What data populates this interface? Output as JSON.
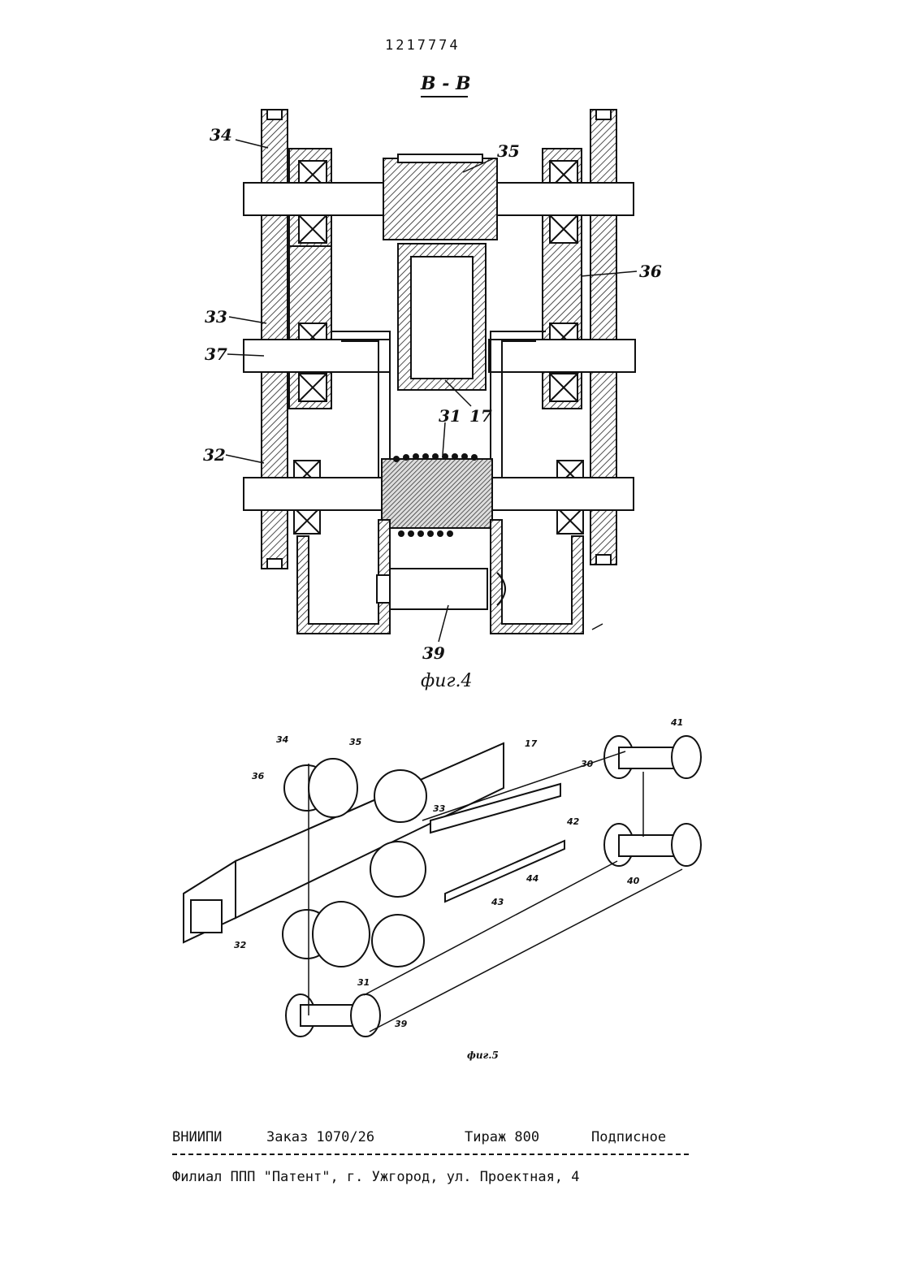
{
  "header": {
    "patent_number": "1217774",
    "section": "В - В"
  },
  "figure4": {
    "caption": "фиг.4",
    "labels": [
      "34",
      "35",
      "36",
      "33",
      "37",
      "17",
      "31",
      "32",
      "39"
    ]
  },
  "figure5": {
    "caption": "фиг.5",
    "labels": [
      "34",
      "35",
      "36",
      "17",
      "30",
      "41",
      "33",
      "42",
      "44",
      "43",
      "40",
      "32",
      "31",
      "39"
    ]
  },
  "footer": {
    "org": "ВНИИПИ",
    "order": "Заказ 1070/26",
    "circulation": "Тираж 800",
    "subscription": "Подписное",
    "branch": "Филиал ППП \"Патент\", г. Ужгород, ул. Проектная, 4"
  }
}
